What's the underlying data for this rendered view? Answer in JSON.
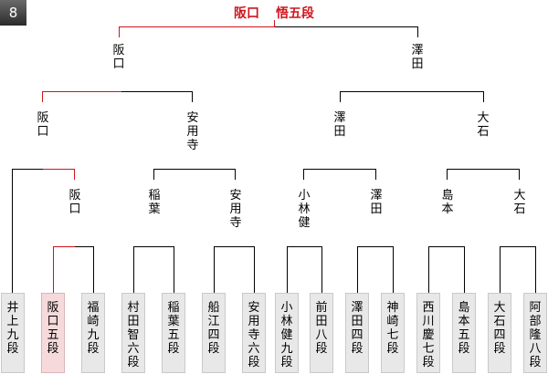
{
  "round_badge": "8",
  "champion": {
    "name": "阪口",
    "rank": "悟五段"
  },
  "colors": {
    "winner_line": "#d0141c",
    "winner_box": "#f6dadb",
    "box": "#e8e8e8"
  },
  "final": {
    "left": "阪口",
    "right": "澤田"
  },
  "semifinal": [
    "阪口",
    "安用寺",
    "澤田",
    "大石"
  ],
  "quarterfinal": [
    "阪口",
    "稲葉",
    "安用寺",
    "小林健",
    "澤田",
    "島本",
    "大石"
  ],
  "players": [
    "井上九段",
    "阪口五段",
    "福崎九段",
    "村田智六段",
    "稲葉五段",
    "船江四段",
    "安用寺六段",
    "小林健九段",
    "前田八段",
    "澤田四段",
    "神崎七段",
    "西川慶七段",
    "島本五段",
    "大石四段",
    "阿部隆八段"
  ]
}
